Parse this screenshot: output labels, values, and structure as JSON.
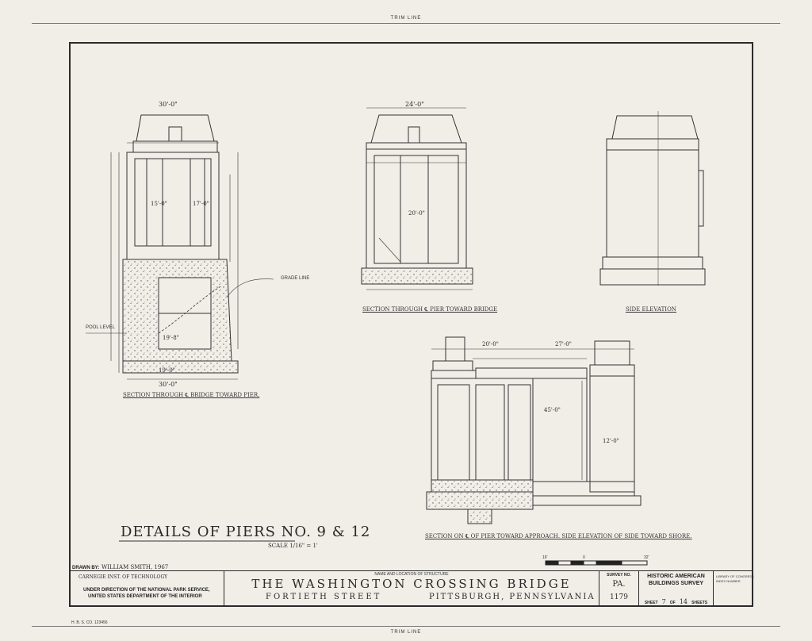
{
  "sheet": {
    "trim_top": "TRIM LINE",
    "trim_bottom": "TRIM LINE",
    "footer_code": "H. B. S. CO. 123456"
  },
  "drawing": {
    "main_title": "DETAILS OF PIERS NO. 9 & 12",
    "scale": "SCALE 1/16\" = 1'",
    "grade_line": "GRADE LINE",
    "pool_level": "POOL LEVEL",
    "captions": {
      "pier_section": "SECTION THROUGH ℄ BRIDGE TOWARD PIER.",
      "section_bridge": "SECTION THROUGH ℄ PIER TOWARD BRIDGE",
      "side_elevation": "SIDE ELEVATION",
      "approach_section": "SECTION ON ℄ OF PIER TOWARD APPROACH.  SIDE ELEVATION OF SIDE TOWARD SHORE."
    },
    "dimensions": {
      "top_width": "30'-0\"",
      "mid_width": "24'-0\"",
      "base_width": "30'-0\"",
      "d1": "15'-0\"",
      "d2": "19'-0\"",
      "d3": "17'-0\"",
      "d4": "20'-0\"",
      "d5": "45'-0\"",
      "d6": "27'-0\"",
      "d7": "20'-0\"",
      "d8": "19'-8\"",
      "d9": "12'-0\""
    },
    "bar_scale": {
      "left": "16'",
      "mid": "0",
      "right": "32'"
    }
  },
  "title_block": {
    "drawn_by_label": "DRAWN BY:",
    "drawn_by": "WILLIAM SMITH, 1967",
    "institution": "CARNEGIE INST. OF TECHNOLOGY",
    "agency_1": "UNDER DIRECTION OF THE NATIONAL PARK SERVICE,",
    "agency_2": "UNITED STATES DEPARTMENT OF THE INTERIOR",
    "structure_label": "NAME AND LOCATION OF STRUCTURE",
    "structure_name": "THE WASHINGTON CROSSING BRIDGE",
    "street": "FORTIETH STREET",
    "city": "PITTSBURGH, PENNSYLVANIA",
    "survey_label": "SURVEY NO.",
    "survey_state": "PA.",
    "survey_number": "1179",
    "survey_name_1": "HISTORIC AMERICAN",
    "survey_name_2": "BUILDINGS SURVEY",
    "sheet_label": "SHEET",
    "sheet_no": "7",
    "sheet_of": "OF",
    "sheet_total": "14",
    "sheets_word": "SHEETS",
    "library_note_1": "LIBRARY OF CONGRESS",
    "library_note_2": "INDEX NUMBER"
  }
}
